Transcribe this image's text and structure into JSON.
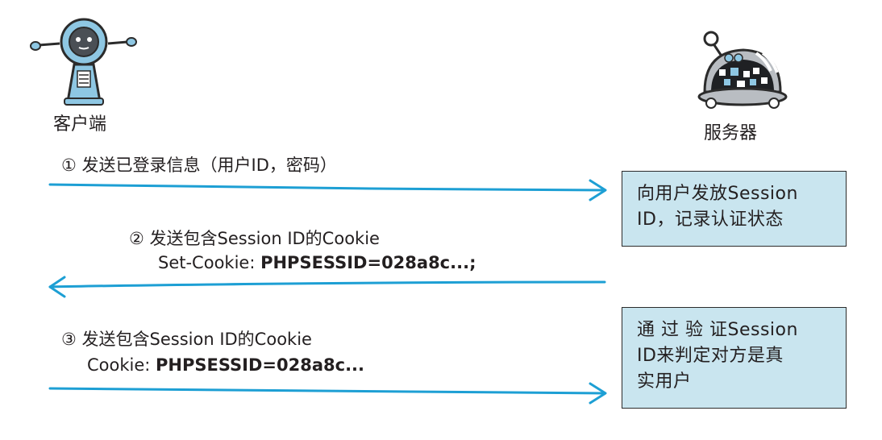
{
  "actors": {
    "client": {
      "label": "客户端"
    },
    "server": {
      "label": "服务器"
    }
  },
  "steps": [
    {
      "marker": "①",
      "text": "发送已登录信息（用户ID，密码）"
    },
    {
      "marker": "②",
      "text": "发送包含Session ID的Cookie",
      "header_name": "Set-Cookie: ",
      "header_value": "PHPSESSID=028a8c...;"
    },
    {
      "marker": "③",
      "text": "发送包含Session ID的Cookie",
      "header_name": "Cookie: ",
      "header_value": "PHPSESSID=028a8c..."
    }
  ],
  "notes": [
    {
      "lines": [
        "向用户发放Session",
        "ID，记录认证状态"
      ]
    },
    {
      "lines": [
        "通 过 验 证Session",
        "ID来判定对方是真",
        "实用户"
      ]
    }
  ],
  "colors": {
    "arrow": "#1d9fd4",
    "note_fill": "#c9e5ef",
    "robot_body": "#8ec7e3"
  }
}
